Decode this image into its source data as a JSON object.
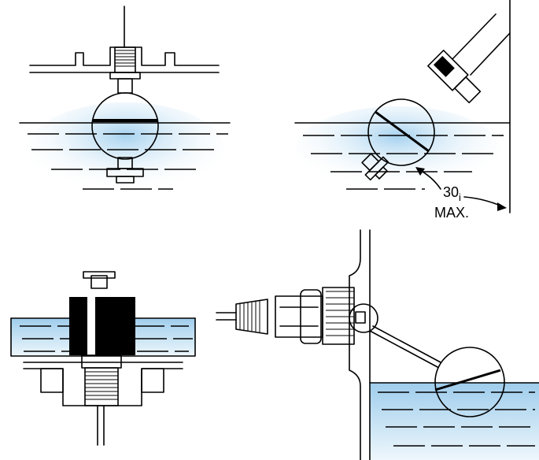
{
  "panels": [
    {
      "id": "top-left-vertical-float"
    },
    {
      "id": "top-right-angled-float"
    },
    {
      "id": "bottom-left-cylinder-float"
    },
    {
      "id": "bottom-right-side-mounted-float"
    }
  ],
  "annotation": {
    "angle_value": "30",
    "angle_subscript": "i",
    "max_label": "MAX."
  },
  "colors": {
    "water_top": "#a9d4ee",
    "water_edge": "#e8f4fb",
    "ink": "#000000",
    "float_body": "#ffffff"
  }
}
